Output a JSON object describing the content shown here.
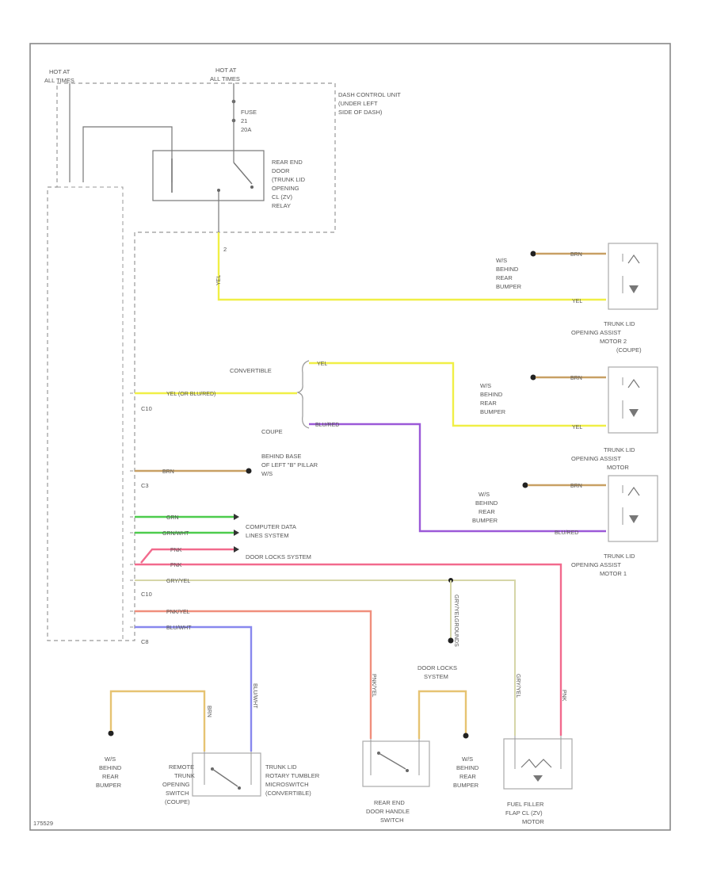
{
  "diagram_id": "175529",
  "power": {
    "hot_left": [
      "HOT AT",
      "ALL TIMES"
    ],
    "hot_right": [
      "HOT AT",
      "ALL TIMES"
    ]
  },
  "fuse": [
    "FUSE",
    "21",
    "20A"
  ],
  "dash_unit": [
    "DASH CONTROL UNIT",
    "(UNDER LEFT",
    "SIDE OF DASH)"
  ],
  "relay": [
    "REAR END",
    "DOOR",
    "(TRUNK LID",
    "OPENING",
    "CL (ZV)",
    "RELAY"
  ],
  "relay_pin": "2",
  "connectors": [
    "C10",
    "C3",
    "C10",
    "C8"
  ],
  "wires": {
    "yel": "YEL",
    "yel_or_bluered": "YEL (OR BLU/RED)",
    "blu_red": "BLU/RED",
    "brn": "BRN",
    "grn": "GRN",
    "grn_wht": "GRN/WHT",
    "pnk": "PNK",
    "pnk2": "PNK",
    "gry_yel": "GRY/YEL",
    "pnk_yel": "PNK/YEL",
    "blu_wht": "BLU/WHT",
    "gry_yel_v": "GRY/YEL",
    "pnk_yel_v": "PNK/YEL",
    "blu_wht_v": "BLU/WHT",
    "brn_v": "BRN",
    "pnk_v": "PNK",
    "gry_yel_diode": "GRY/YEL"
  },
  "labels": {
    "convertible": "CONVERTIBLE",
    "coupe": "COUPE",
    "ground_behind_rear_bumper": [
      "W/S",
      "BEHIND",
      "REAR",
      "BUMPER"
    ],
    "ground_b_pillar": [
      "BEHIND BASE",
      "OF LEFT \"B\" PILLAR",
      "W/S"
    ],
    "computer_data": [
      "COMPUTER DATA",
      "LINES SYSTEM"
    ],
    "door_locks": "DOOR LOCKS SYSTEM",
    "door_locks_system": [
      "DOOR LOCKS",
      "SYSTEM"
    ],
    "grounds": "GROUNDS",
    "motor2": [
      "TRUNK LID",
      "OPENING ASSIST",
      "MOTOR 2",
      "(COUPE)"
    ],
    "motor_plain": [
      "TRUNK LID",
      "OPENING ASSIST",
      "MOTOR"
    ],
    "motor1": [
      "TRUNK LID",
      "OPENING ASSIST",
      "MOTOR 1"
    ],
    "remote_switch": [
      "REMOTE",
      "TRUNK",
      "OPENING",
      "SWITCH",
      "(COUPE)"
    ],
    "rotary_switch": [
      "TRUNK LID",
      "ROTARY TUMBLER",
      "MICROSWITCH",
      "(CONVERTIBLE)"
    ],
    "handle_switch": [
      "REAR END",
      "DOOR HANDLE",
      "SWITCH"
    ],
    "fuel_motor": [
      "FUEL FILLER",
      "FLAP CL (ZV)",
      "MOTOR"
    ]
  }
}
